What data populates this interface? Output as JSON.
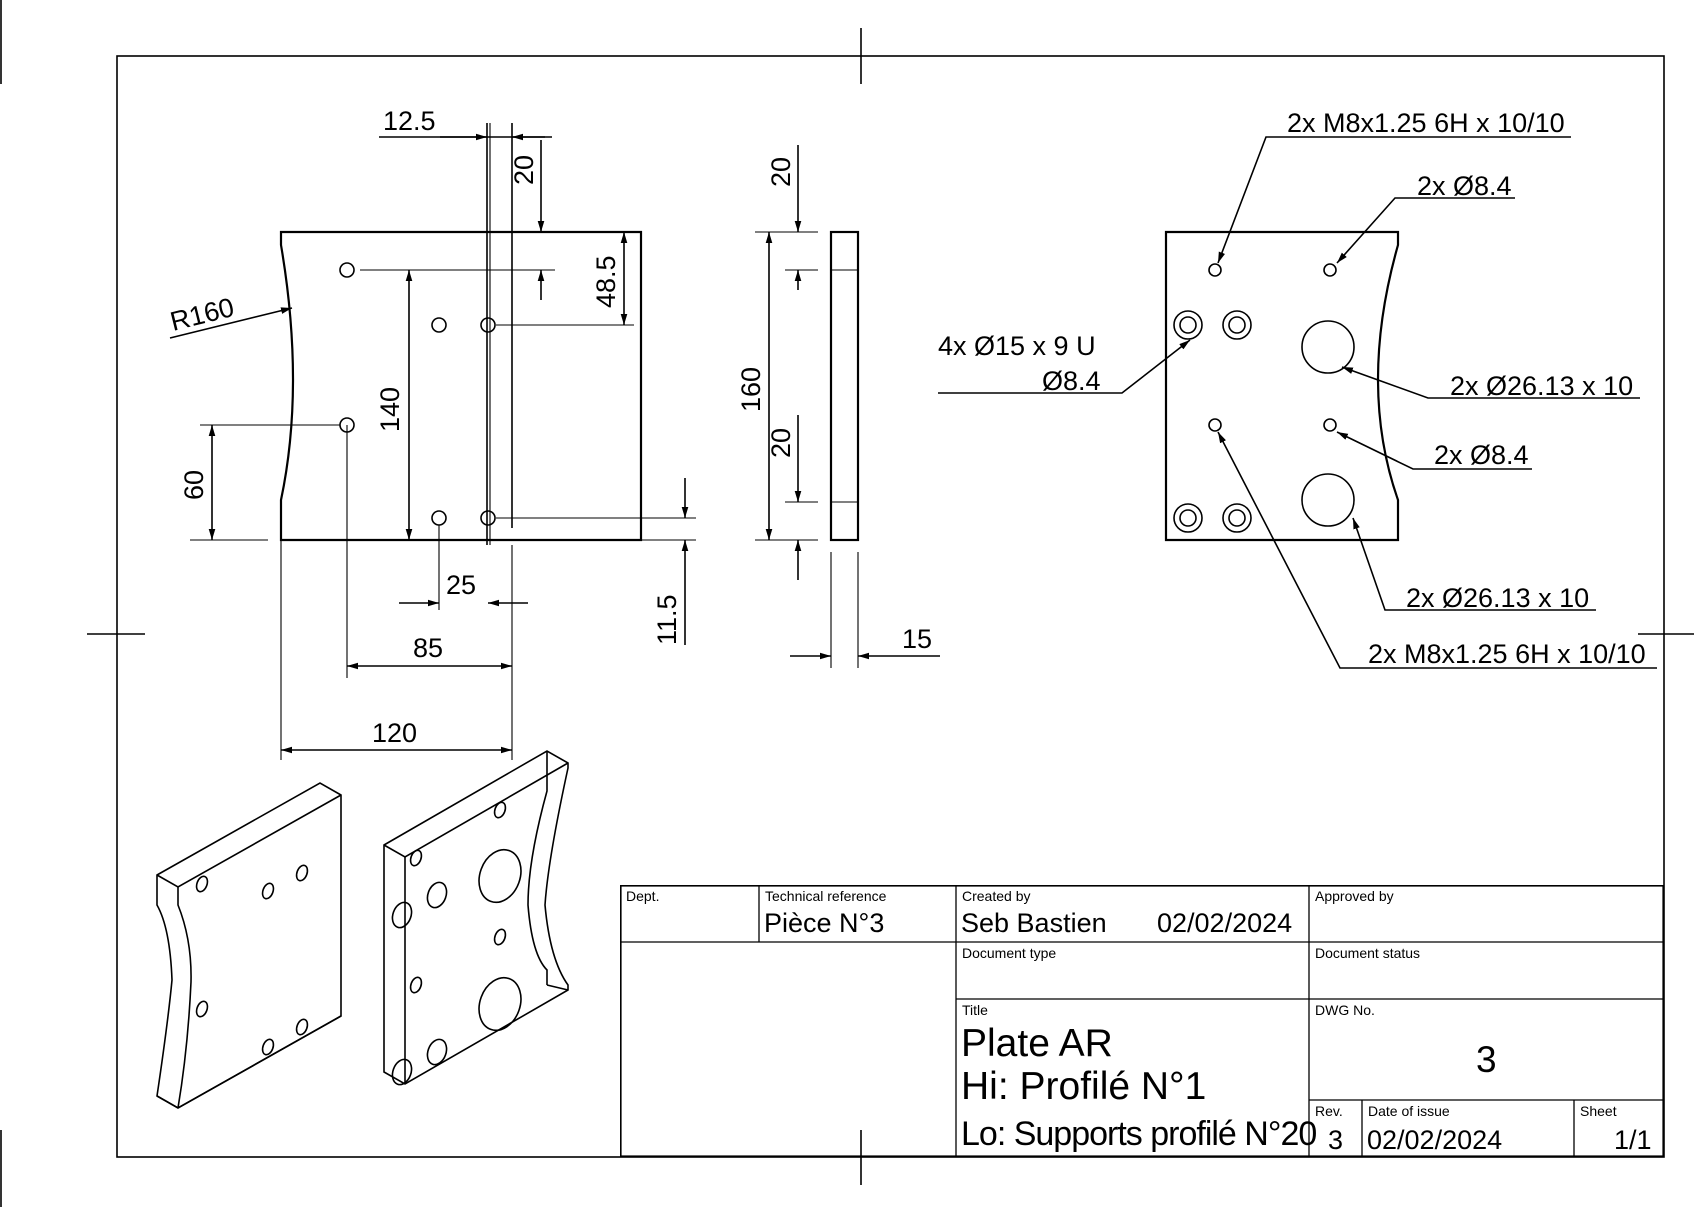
{
  "views": {
    "front": {
      "dim_12_5": "12.5",
      "dim_20_top": "20",
      "dim_48_5": "48.5",
      "dim_r160": "R160",
      "dim_140": "140",
      "dim_60": "60",
      "dim_25": "25",
      "dim_11_5": "11.5",
      "dim_85": "85",
      "dim_120": "120"
    },
    "side": {
      "dim_20_top": "20",
      "dim_160": "160",
      "dim_20_bottom": "20",
      "dim_15": "15"
    },
    "rear": {
      "callouts": [
        "2x M8x1.25 6H x 10/10",
        "2x Ø8.4",
        "4x Ø15 x 9 U",
        "Ø8.4",
        "2x Ø26.13 x 10",
        "2x Ø8.4",
        "2x Ø26.13 x 10",
        "2x M8x1.25 6H x 10/10"
      ]
    }
  },
  "title_block": {
    "dept_caption": "Dept.",
    "dept_value": "",
    "tech_ref_caption": "Technical reference",
    "tech_ref_value": "Pièce N°3",
    "created_by_caption": "Created by",
    "created_by_value": "Seb Bastien",
    "created_date": "02/02/2024",
    "approved_by_caption": "Approved by",
    "approved_by_value": "",
    "doc_type_caption": "Document type",
    "doc_type_value": "",
    "doc_status_caption": "Document status",
    "doc_status_value": "",
    "title_caption": "Title",
    "title_line1": "Plate AR",
    "title_line2": "Hi: Profilé N°1",
    "title_line3": "Lo: Supports profilé N°20",
    "dwg_caption": "DWG No.",
    "dwg_value": "3",
    "rev_caption": "Rev.",
    "rev_value": "3",
    "date_caption": "Date of issue",
    "date_value": "02/02/2024",
    "sheet_caption": "Sheet",
    "sheet_value": "1/1"
  }
}
